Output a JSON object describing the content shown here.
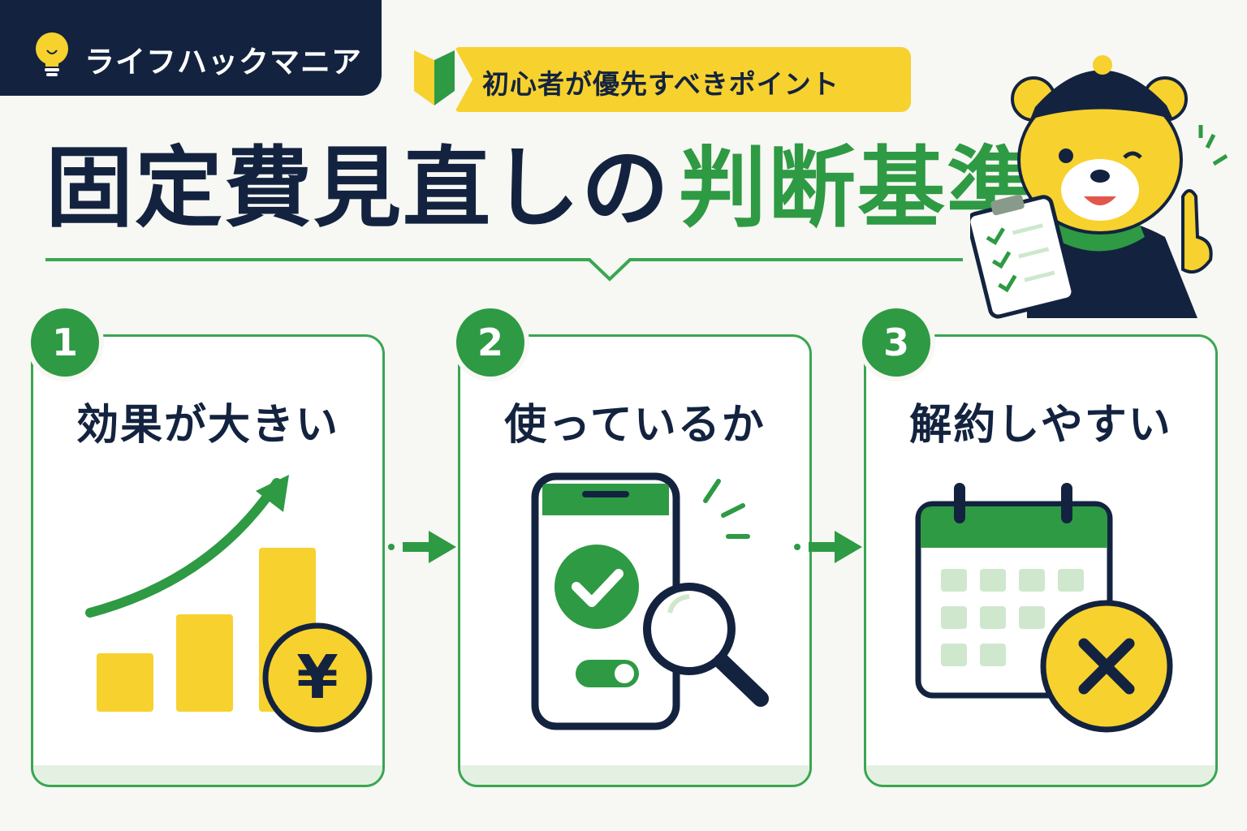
{
  "brand": {
    "name": "ライフハックマニア",
    "icon": "lightbulb-icon"
  },
  "tagline": {
    "text": "初心者が優先すべきポイント",
    "icon": "beginner-mark-icon"
  },
  "title": {
    "main": "固定費見直しの",
    "highlight": "判断基準"
  },
  "colors": {
    "navy": "#13233f",
    "green": "#2e9a44",
    "yellow": "#f7d12e",
    "background": "#f7f7f3",
    "light_green": "#cfe8cd"
  },
  "criteria": [
    {
      "number": "1",
      "label": "効果が大きい",
      "icon": "rising-chart-yen-icon"
    },
    {
      "number": "2",
      "label": "使っているか",
      "icon": "smartphone-check-magnifier-icon"
    },
    {
      "number": "3",
      "label": "解約しやすい",
      "icon": "calendar-cancel-icon"
    }
  ],
  "illustration": {
    "yen_symbol": "¥",
    "mascot": "bear-mascot-with-clipboard"
  }
}
